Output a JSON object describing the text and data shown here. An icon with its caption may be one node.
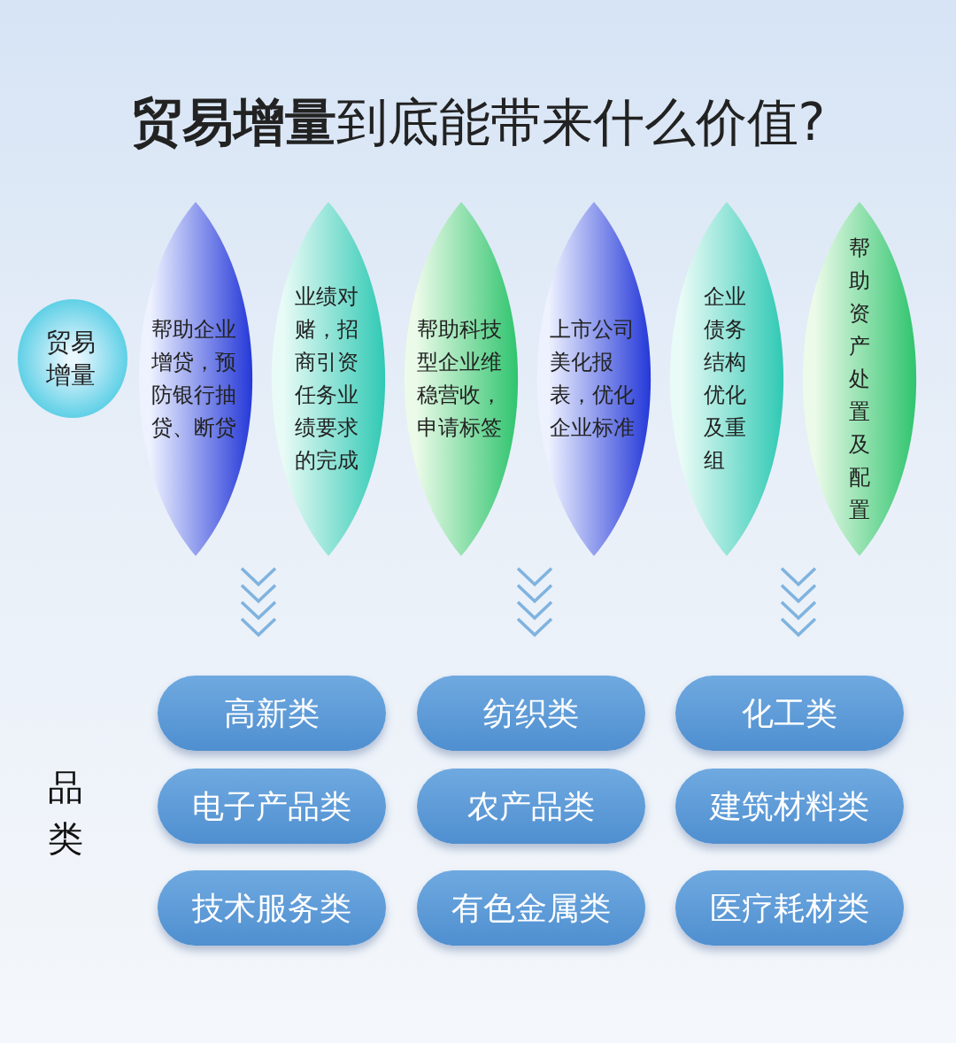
{
  "diagram": {
    "title": "**贸易增量**到底能带来什么价值?",
    "nodes": [
      {
        "text": [
          "贸易增量"
        ]
      },
      {
        "text": [
          "帮助企业增贷，预防银行抽贷、断贷"
        ]
      },
      {
        "text": [
          "业绩对赌，招商引资任务业绩要求的完成"
        ]
      },
      {
        "text": [
          "帮助科技型企业维稳营收，申请标签"
        ]
      },
      {
        "text": [
          "上市公司美化报表，优化企业标准"
        ]
      },
      {
        "text": [
          "企业债务结构优化及重组"
        ]
      },
      {
        "text": [
          "帮助资产处置及配置"
        ]
      },
      {
        "text": [
          "高新类"
        ]
      },
      {
        "text": [
          "纺织类"
        ]
      },
      {
        "text": [
          "化工类"
        ]
      },
      {
        "text": [
          "电子产品类"
        ]
      },
      {
        "text": [
          "农产品类"
        ]
      },
      {
        "text": [
          "建筑材料类"
        ]
      },
      {
        "text": [
          "技术服务类"
        ]
      },
      {
        "text": [
          "有色金属类"
        ]
      },
      {
        "text": [
          "医疗耗材类"
        ]
      }
    ],
    "labels": [
      "品类"
    ]
  }
}
